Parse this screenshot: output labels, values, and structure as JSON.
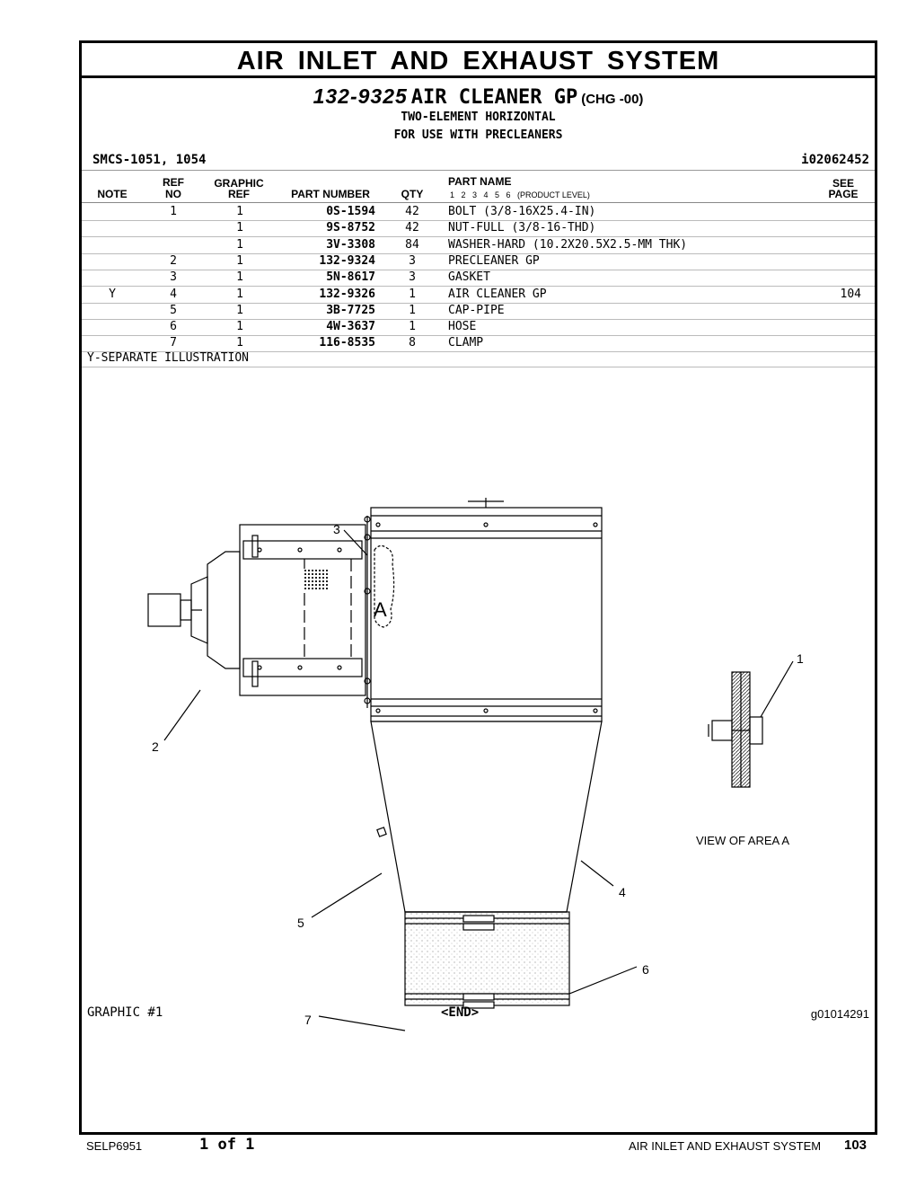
{
  "header": {
    "section_title": "AIR INLET AND EXHAUST SYSTEM",
    "part_number": "132-9325",
    "part_title": "AIR CLEANER GP",
    "change": "(CHG -00)",
    "sub1": "TWO-ELEMENT HORIZONTAL",
    "sub2": "FOR USE WITH PRECLEANERS",
    "smcs": "SMCS-1051, 1054",
    "doc_id": "i02062452"
  },
  "columns": {
    "note": "NOTE",
    "ref_top": "REF",
    "ref_bottom": "NO",
    "graphic_top": "GRAPHIC",
    "graphic_bottom": "REF",
    "part_number": "PART NUMBER",
    "qty": "QTY",
    "part_name": "PART NAME",
    "product_levels": "1   2   3   4   5   6   (PRODUCT LEVEL)",
    "see_top": "SEE",
    "see_bottom": "PAGE"
  },
  "rows": [
    {
      "note": "",
      "ref": "1",
      "graphic": "1",
      "pn": "0S-1594",
      "qty": "42",
      "name": "BOLT (3/8-16X25.4-IN)",
      "see": ""
    },
    {
      "note": "",
      "ref": "",
      "graphic": "1",
      "pn": "9S-8752",
      "qty": "42",
      "name": "NUT-FULL (3/8-16-THD)",
      "see": ""
    },
    {
      "note": "",
      "ref": "",
      "graphic": "1",
      "pn": "3V-3308",
      "qty": "84",
      "name": "WASHER-HARD (10.2X20.5X2.5-MM THK)",
      "see": ""
    },
    {
      "note": "",
      "ref": "2",
      "graphic": "1",
      "pn": "132-9324",
      "qty": "3",
      "name": "PRECLEANER GP",
      "see": ""
    },
    {
      "note": "",
      "ref": "3",
      "graphic": "1",
      "pn": "5N-8617",
      "qty": "3",
      "name": "GASKET",
      "see": ""
    },
    {
      "note": "Y",
      "ref": "4",
      "graphic": "1",
      "pn": "132-9326",
      "qty": "1",
      "name": "AIR CLEANER GP",
      "see": "104"
    },
    {
      "note": "",
      "ref": "5",
      "graphic": "1",
      "pn": "3B-7725",
      "qty": "1",
      "name": "CAP-PIPE",
      "see": ""
    },
    {
      "note": "",
      "ref": "6",
      "graphic": "1",
      "pn": "4W-3637",
      "qty": "1",
      "name": "HOSE",
      "see": ""
    },
    {
      "note": "",
      "ref": "7",
      "graphic": "1",
      "pn": "116-8535",
      "qty": "8",
      "name": "CLAMP",
      "see": ""
    }
  ],
  "footnote": "Y-SEPARATE ILLUSTRATION",
  "drawing": {
    "callouts": [
      "1",
      "2",
      "3",
      "4",
      "5",
      "6",
      "7"
    ],
    "detail_letter": "A",
    "view_label": "VIEW OF AREA A",
    "graphic_label": "GRAPHIC #1",
    "end_label": "<END>",
    "graphic_id": "g01014291"
  },
  "footer": {
    "doc": "SELP6951",
    "pages": "1 of 1",
    "section": "AIR INLET AND EXHAUST SYSTEM",
    "page_no": "103"
  }
}
